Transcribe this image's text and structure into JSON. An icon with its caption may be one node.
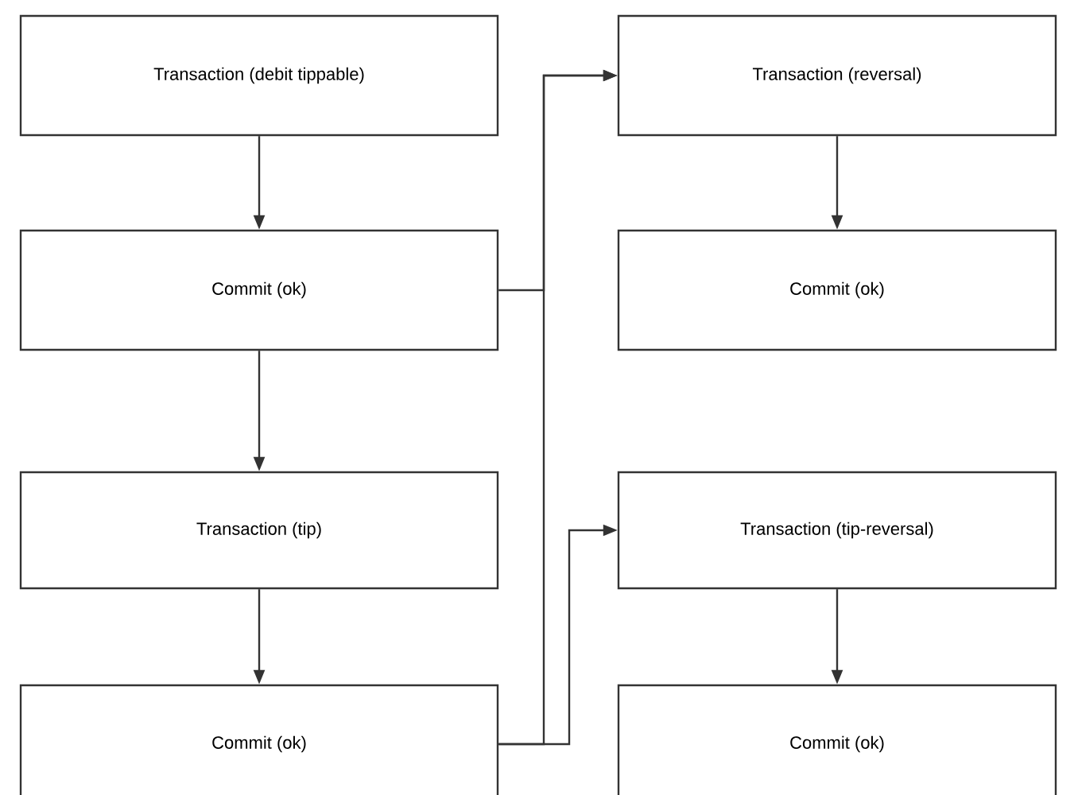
{
  "diagram": {
    "nodes": [
      {
        "text": [
          "Transaction (debit tippable)"
        ]
      },
      {
        "text": [
          "Commit (ok)"
        ]
      },
      {
        "text": [
          "Transaction (tip)"
        ]
      },
      {
        "text": [
          "Commit (ok)"
        ]
      },
      {
        "text": [
          "Transaction (reversal)"
        ]
      },
      {
        "text": [
          "Commit (ok)"
        ]
      },
      {
        "text": [
          "Transaction (tip-reversal)"
        ]
      },
      {
        "text": [
          "Commit (ok)"
        ]
      }
    ],
    "edges": [
      {
        "from": 0,
        "to": 1,
        "arrow": "to"
      },
      {
        "from": 1,
        "to": 2,
        "arrow": "to"
      },
      {
        "from": 2,
        "to": 3,
        "arrow": "to"
      },
      {
        "from": 1,
        "to": 4,
        "arrow": "to"
      },
      {
        "from": 3,
        "to": 4,
        "arrow": "to"
      },
      {
        "from": 3,
        "to": 6,
        "arrow": "to"
      },
      {
        "from": 4,
        "to": 5,
        "arrow": "to"
      },
      {
        "from": 6,
        "to": 7,
        "arrow": "to"
      }
    ]
  }
}
